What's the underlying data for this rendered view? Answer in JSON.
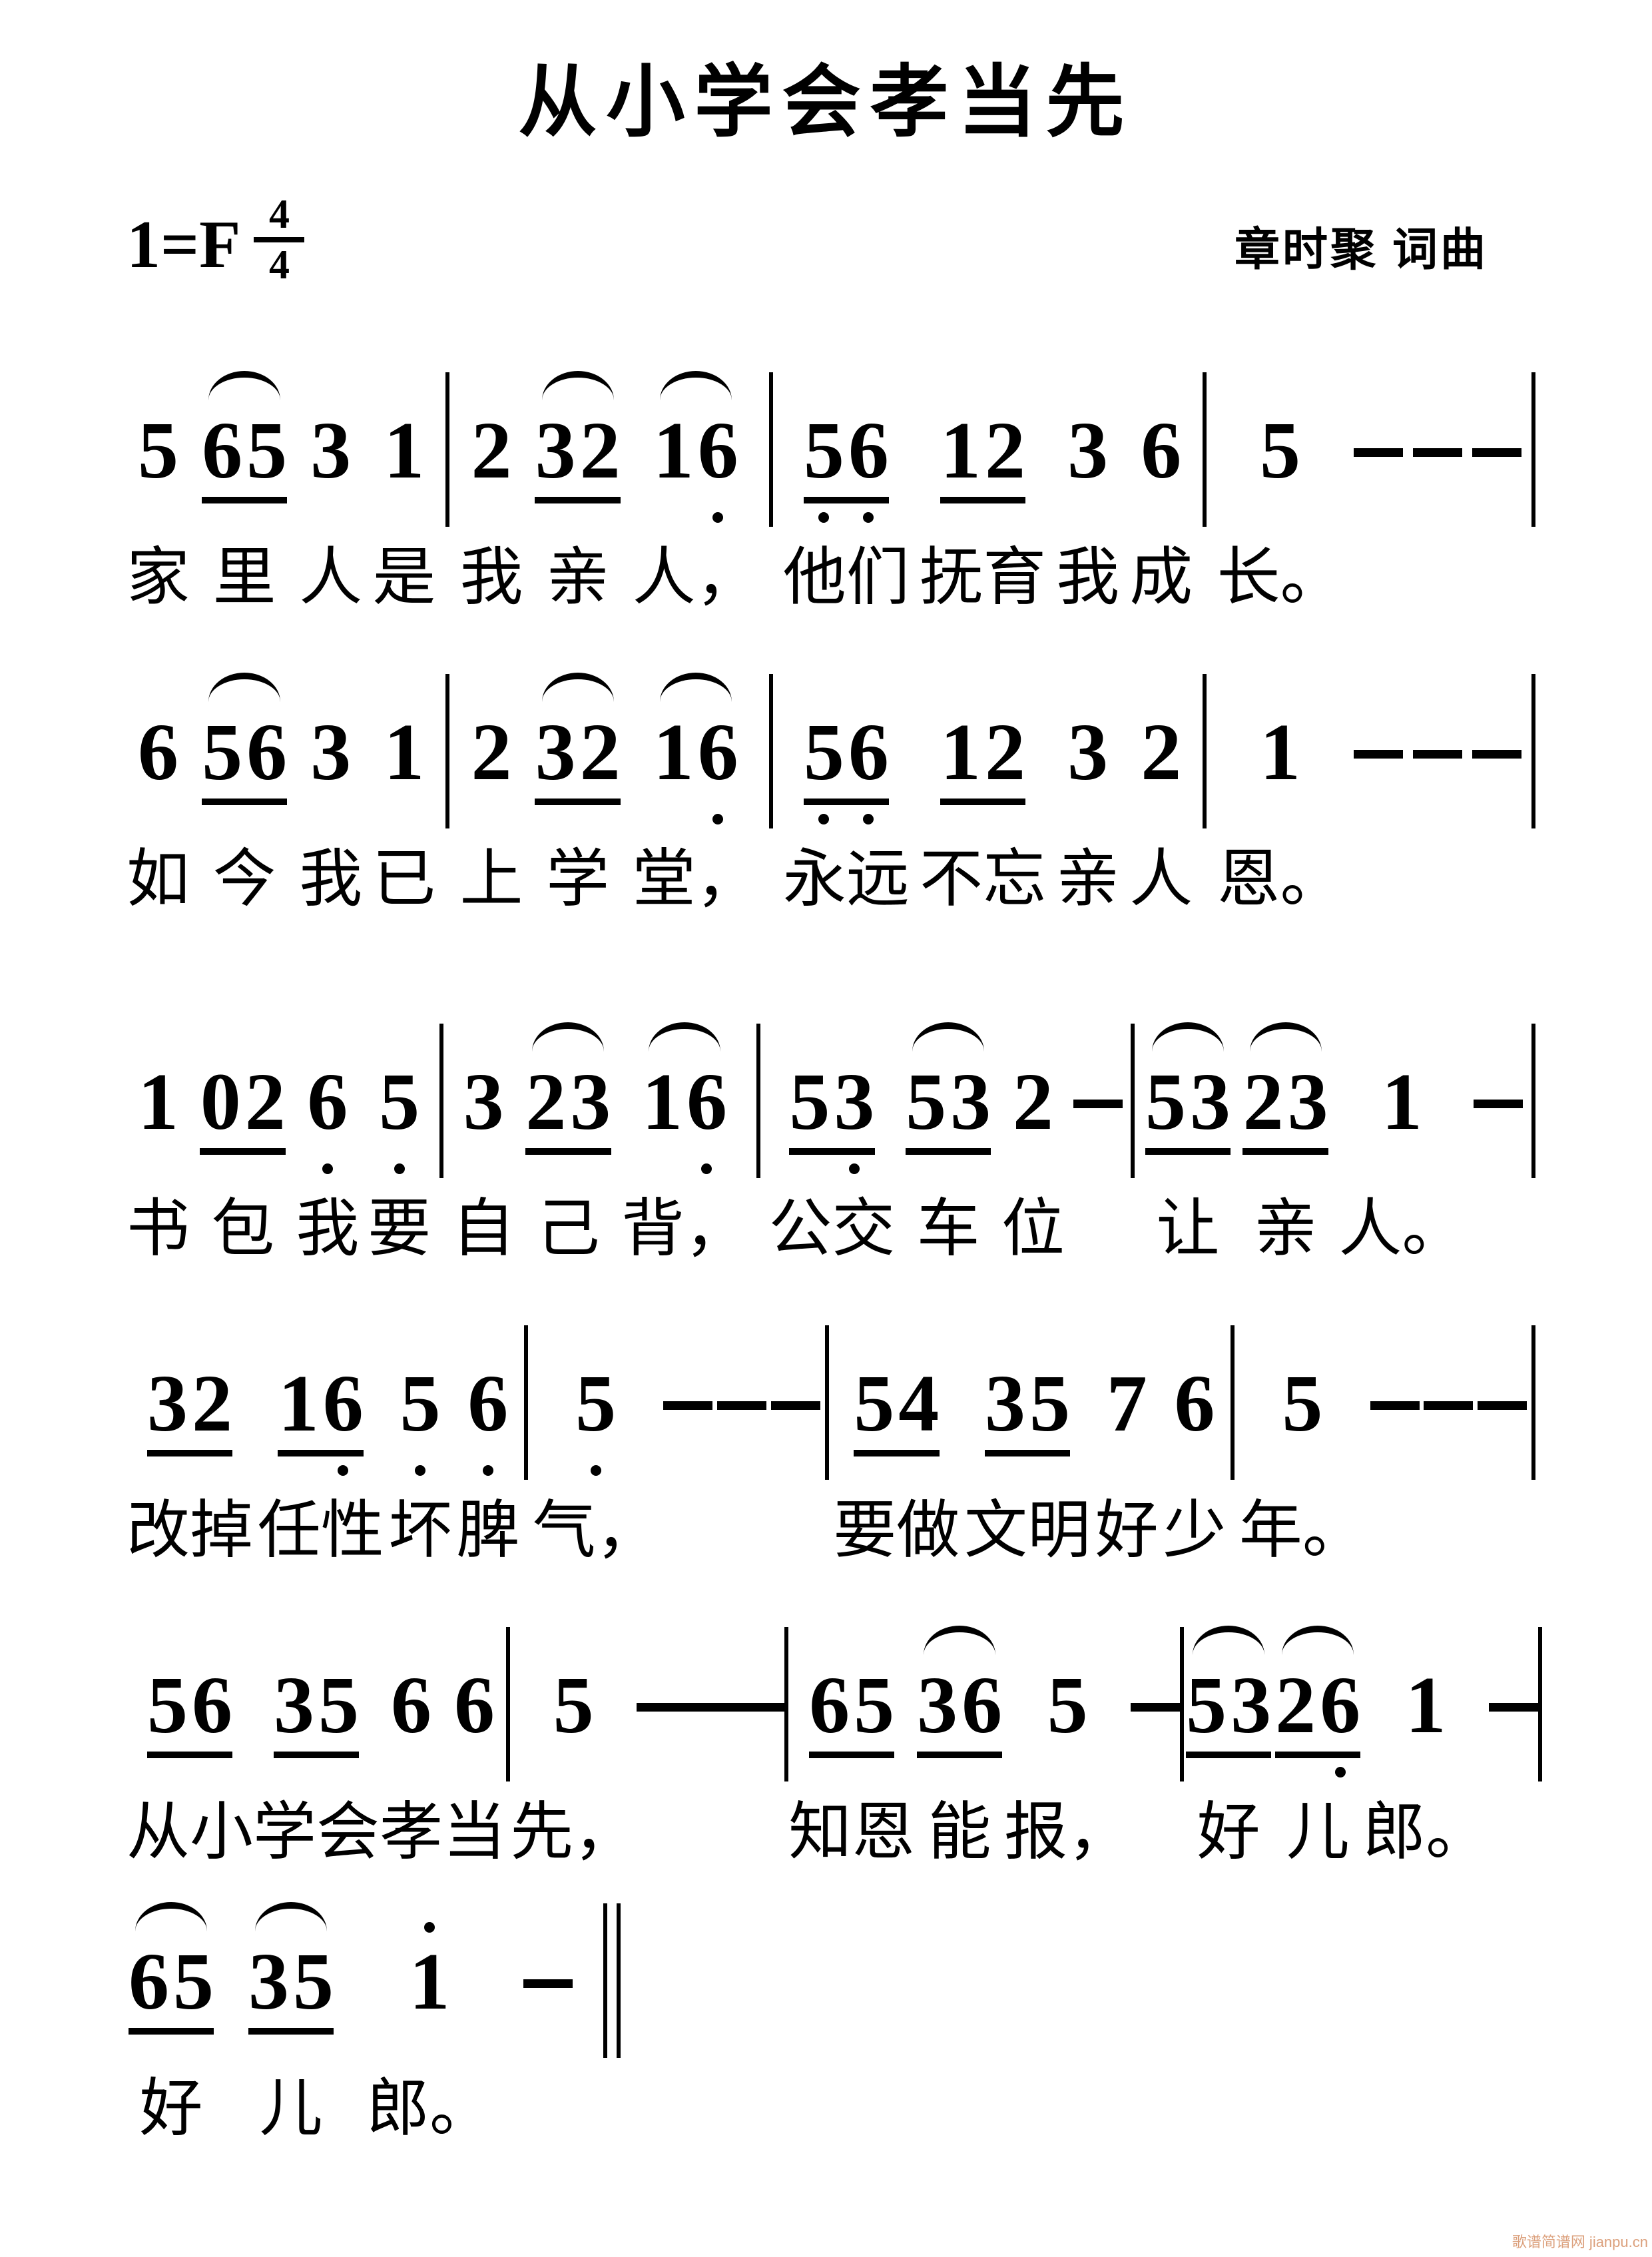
{
  "title": "从小学会孝当先",
  "key_signature": {
    "tonic_label": "1=F",
    "meter_numerator": "4",
    "meter_denominator": "4"
  },
  "credit": "章时聚 词曲",
  "watermark": "歌谱简谱网 jianpu.cn",
  "colors": {
    "ink": "#000000",
    "watermark": "#d08050"
  },
  "notation_type": "jianpu",
  "lines": [
    {
      "cells": [
        {
          "type": "note",
          "n": "5",
          "dot": 0,
          "lyric": "家"
        },
        {
          "type": "group",
          "slur": true,
          "beam": true,
          "notes": [
            {
              "n": "6",
              "dot": 0
            },
            {
              "n": "5",
              "dot": 0
            }
          ],
          "lyric": "里"
        },
        {
          "type": "note",
          "n": "3",
          "dot": 0,
          "lyric": "人"
        },
        {
          "type": "note",
          "n": "1",
          "dot": 0,
          "lyric": "是"
        },
        {
          "type": "bar"
        },
        {
          "type": "note",
          "n": "2",
          "dot": 0,
          "lyric": "我"
        },
        {
          "type": "group",
          "slur": true,
          "beam": true,
          "notes": [
            {
              "n": "3",
              "dot": 0
            },
            {
              "n": "2",
              "dot": 0
            }
          ],
          "lyric": "亲"
        },
        {
          "type": "group",
          "slur": true,
          "beam": false,
          "notes": [
            {
              "n": "1",
              "dot": 0
            },
            {
              "n": "6",
              "dot": -1
            }
          ],
          "lyric": "人，"
        },
        {
          "type": "bar"
        },
        {
          "type": "group",
          "slur": false,
          "beam": true,
          "notes": [
            {
              "n": "5",
              "dot": -1
            },
            {
              "n": "6",
              "dot": -1
            }
          ],
          "lyric": "他们"
        },
        {
          "type": "group",
          "slur": false,
          "beam": true,
          "notes": [
            {
              "n": "1",
              "dot": 0
            },
            {
              "n": "2",
              "dot": 0
            }
          ],
          "lyric": "抚育"
        },
        {
          "type": "note",
          "n": "3",
          "dot": 0,
          "lyric": "我"
        },
        {
          "type": "note",
          "n": "6",
          "dot": 0,
          "lyric": "成"
        },
        {
          "type": "bar"
        },
        {
          "type": "note",
          "n": "5",
          "dot": 0,
          "lyric": "长。"
        },
        {
          "type": "dash"
        },
        {
          "type": "dash"
        },
        {
          "type": "dash"
        },
        {
          "type": "bar"
        }
      ]
    },
    {
      "cells": [
        {
          "type": "note",
          "n": "6",
          "dot": 0,
          "lyric": "如"
        },
        {
          "type": "group",
          "slur": true,
          "beam": true,
          "notes": [
            {
              "n": "5",
              "dot": 0
            },
            {
              "n": "6",
              "dot": 0
            }
          ],
          "lyric": "今"
        },
        {
          "type": "note",
          "n": "3",
          "dot": 0,
          "lyric": "我"
        },
        {
          "type": "note",
          "n": "1",
          "dot": 0,
          "lyric": "已"
        },
        {
          "type": "bar"
        },
        {
          "type": "note",
          "n": "2",
          "dot": 0,
          "lyric": "上"
        },
        {
          "type": "group",
          "slur": true,
          "beam": true,
          "notes": [
            {
              "n": "3",
              "dot": 0
            },
            {
              "n": "2",
              "dot": 0
            }
          ],
          "lyric": "学"
        },
        {
          "type": "group",
          "slur": true,
          "beam": false,
          "notes": [
            {
              "n": "1",
              "dot": 0
            },
            {
              "n": "6",
              "dot": -1
            }
          ],
          "lyric": "堂，"
        },
        {
          "type": "bar"
        },
        {
          "type": "group",
          "slur": false,
          "beam": true,
          "notes": [
            {
              "n": "5",
              "dot": -1
            },
            {
              "n": "6",
              "dot": -1
            }
          ],
          "lyric": "永远"
        },
        {
          "type": "group",
          "slur": false,
          "beam": true,
          "notes": [
            {
              "n": "1",
              "dot": 0
            },
            {
              "n": "2",
              "dot": 0
            }
          ],
          "lyric": "不忘"
        },
        {
          "type": "note",
          "n": "3",
          "dot": 0,
          "lyric": "亲"
        },
        {
          "type": "note",
          "n": "2",
          "dot": 0,
          "lyric": "人"
        },
        {
          "type": "bar"
        },
        {
          "type": "note",
          "n": "1",
          "dot": 0,
          "lyric": "恩。"
        },
        {
          "type": "dash"
        },
        {
          "type": "dash"
        },
        {
          "type": "dash"
        },
        {
          "type": "bar"
        }
      ]
    },
    {
      "cells": [
        {
          "type": "note",
          "n": "1",
          "dot": 0,
          "lyric": "书"
        },
        {
          "type": "group",
          "slur": false,
          "beam": true,
          "notes": [
            {
              "n": "0",
              "dot": 0
            },
            {
              "n": "2",
              "dot": 0
            }
          ],
          "lyric": "包"
        },
        {
          "type": "note",
          "n": "6",
          "dot": -1,
          "lyric": "我"
        },
        {
          "type": "note",
          "n": "5",
          "dot": -1,
          "lyric": "要"
        },
        {
          "type": "bar"
        },
        {
          "type": "note",
          "n": "3",
          "dot": 0,
          "lyric": "自"
        },
        {
          "type": "group",
          "slur": true,
          "beam": true,
          "notes": [
            {
              "n": "2",
              "dot": 0
            },
            {
              "n": "3",
              "dot": 0
            }
          ],
          "lyric": "己"
        },
        {
          "type": "group",
          "slur": true,
          "beam": false,
          "notes": [
            {
              "n": "1",
              "dot": 0
            },
            {
              "n": "6",
              "dot": -1
            }
          ],
          "lyric": "背，"
        },
        {
          "type": "bar"
        },
        {
          "type": "group",
          "slur": false,
          "beam": true,
          "notes": [
            {
              "n": "5",
              "dot": 0
            },
            {
              "n": "3",
              "dot": -1
            }
          ],
          "lyric": "公交"
        },
        {
          "type": "group",
          "slur": true,
          "beam": true,
          "notes": [
            {
              "n": "5",
              "dot": 0
            },
            {
              "n": "3",
              "dot": 0
            }
          ],
          "lyric": "车"
        },
        {
          "type": "note",
          "n": "2",
          "dot": 0,
          "lyric": "位"
        },
        {
          "type": "dash"
        },
        {
          "type": "bar"
        },
        {
          "type": "group",
          "slur": true,
          "beam": true,
          "notes": [
            {
              "n": "5",
              "dot": 0
            },
            {
              "n": "3",
              "dot": 0
            }
          ],
          "lyric": "让"
        },
        {
          "type": "group",
          "slur": true,
          "beam": true,
          "notes": [
            {
              "n": "2",
              "dot": 0
            },
            {
              "n": "3",
              "dot": 0
            }
          ],
          "lyric": "亲"
        },
        {
          "type": "note",
          "n": "1",
          "dot": 0,
          "lyric": "人。"
        },
        {
          "type": "dash"
        },
        {
          "type": "bar"
        }
      ]
    },
    {
      "cells": [
        {
          "type": "group",
          "slur": false,
          "beam": true,
          "notes": [
            {
              "n": "3",
              "dot": 0
            },
            {
              "n": "2",
              "dot": 0
            }
          ],
          "lyric": "改掉"
        },
        {
          "type": "group",
          "slur": false,
          "beam": true,
          "notes": [
            {
              "n": "1",
              "dot": 0
            },
            {
              "n": "6",
              "dot": -1
            }
          ],
          "lyric": "任性"
        },
        {
          "type": "note",
          "n": "5",
          "dot": -1,
          "lyric": "坏"
        },
        {
          "type": "note",
          "n": "6",
          "dot": -1,
          "lyric": "脾"
        },
        {
          "type": "bar"
        },
        {
          "type": "note",
          "n": "5",
          "dot": -1,
          "lyric": "气，"
        },
        {
          "type": "dash"
        },
        {
          "type": "dash"
        },
        {
          "type": "dash"
        },
        {
          "type": "bar"
        },
        {
          "type": "group",
          "slur": false,
          "beam": true,
          "notes": [
            {
              "n": "5",
              "dot": 0
            },
            {
              "n": "4",
              "dot": 0
            }
          ],
          "lyric": "要做"
        },
        {
          "type": "group",
          "slur": false,
          "beam": true,
          "notes": [
            {
              "n": "3",
              "dot": 0
            },
            {
              "n": "5",
              "dot": 0
            }
          ],
          "lyric": "文明"
        },
        {
          "type": "note",
          "n": "7",
          "dot": 0,
          "lyric": "好"
        },
        {
          "type": "note",
          "n": "6",
          "dot": 0,
          "lyric": "少"
        },
        {
          "type": "bar"
        },
        {
          "type": "note",
          "n": "5",
          "dot": 0,
          "lyric": "年。"
        },
        {
          "type": "dash"
        },
        {
          "type": "dash"
        },
        {
          "type": "dash"
        },
        {
          "type": "bar"
        }
      ]
    },
    {
      "cells": [
        {
          "type": "group",
          "slur": false,
          "beam": true,
          "notes": [
            {
              "n": "5",
              "dot": 0
            },
            {
              "n": "6",
              "dot": 0
            }
          ],
          "lyric": "从小"
        },
        {
          "type": "group",
          "slur": false,
          "beam": true,
          "notes": [
            {
              "n": "3",
              "dot": 0
            },
            {
              "n": "5",
              "dot": 0
            }
          ],
          "lyric": "学会"
        },
        {
          "type": "note",
          "n": "6",
          "dot": 0,
          "lyric": "孝"
        },
        {
          "type": "note",
          "n": "6",
          "dot": 0,
          "lyric": "当"
        },
        {
          "type": "bar"
        },
        {
          "type": "note",
          "n": "5",
          "dot": 0,
          "lyric": "先，"
        },
        {
          "type": "dash"
        },
        {
          "type": "dash"
        },
        {
          "type": "dash"
        },
        {
          "type": "bar"
        },
        {
          "type": "group",
          "slur": false,
          "beam": true,
          "notes": [
            {
              "n": "6",
              "dot": 0
            },
            {
              "n": "5",
              "dot": 0
            }
          ],
          "lyric": "知恩"
        },
        {
          "type": "group",
          "slur": true,
          "beam": true,
          "notes": [
            {
              "n": "3",
              "dot": 0
            },
            {
              "n": "6",
              "dot": 0
            }
          ],
          "lyric": "能"
        },
        {
          "type": "note",
          "n": "5",
          "dot": 0,
          "lyric": "报，"
        },
        {
          "type": "dash"
        },
        {
          "type": "bar"
        },
        {
          "type": "group",
          "slur": true,
          "beam": true,
          "notes": [
            {
              "n": "5",
              "dot": 0
            },
            {
              "n": "3",
              "dot": 0
            }
          ],
          "lyric": "好"
        },
        {
          "type": "group",
          "slur": true,
          "beam": true,
          "notes": [
            {
              "n": "2",
              "dot": 0
            },
            {
              "n": "6",
              "dot": -1
            }
          ],
          "lyric": "儿"
        },
        {
          "type": "note",
          "n": "1",
          "dot": 0,
          "lyric": "郎。"
        },
        {
          "type": "dash"
        },
        {
          "type": "bar"
        }
      ]
    },
    {
      "cells": [
        {
          "type": "group",
          "slur": true,
          "beam": true,
          "notes": [
            {
              "n": "6",
              "dot": 0
            },
            {
              "n": "5",
              "dot": 0
            }
          ],
          "lyric": "好"
        },
        {
          "type": "group",
          "slur": true,
          "beam": true,
          "notes": [
            {
              "n": "3",
              "dot": 0
            },
            {
              "n": "5",
              "dot": 0
            }
          ],
          "lyric": "儿"
        },
        {
          "type": "note",
          "n": "1",
          "dot": 1,
          "lyric": "郎。"
        },
        {
          "type": "dash"
        },
        {
          "type": "dbar"
        }
      ]
    }
  ]
}
